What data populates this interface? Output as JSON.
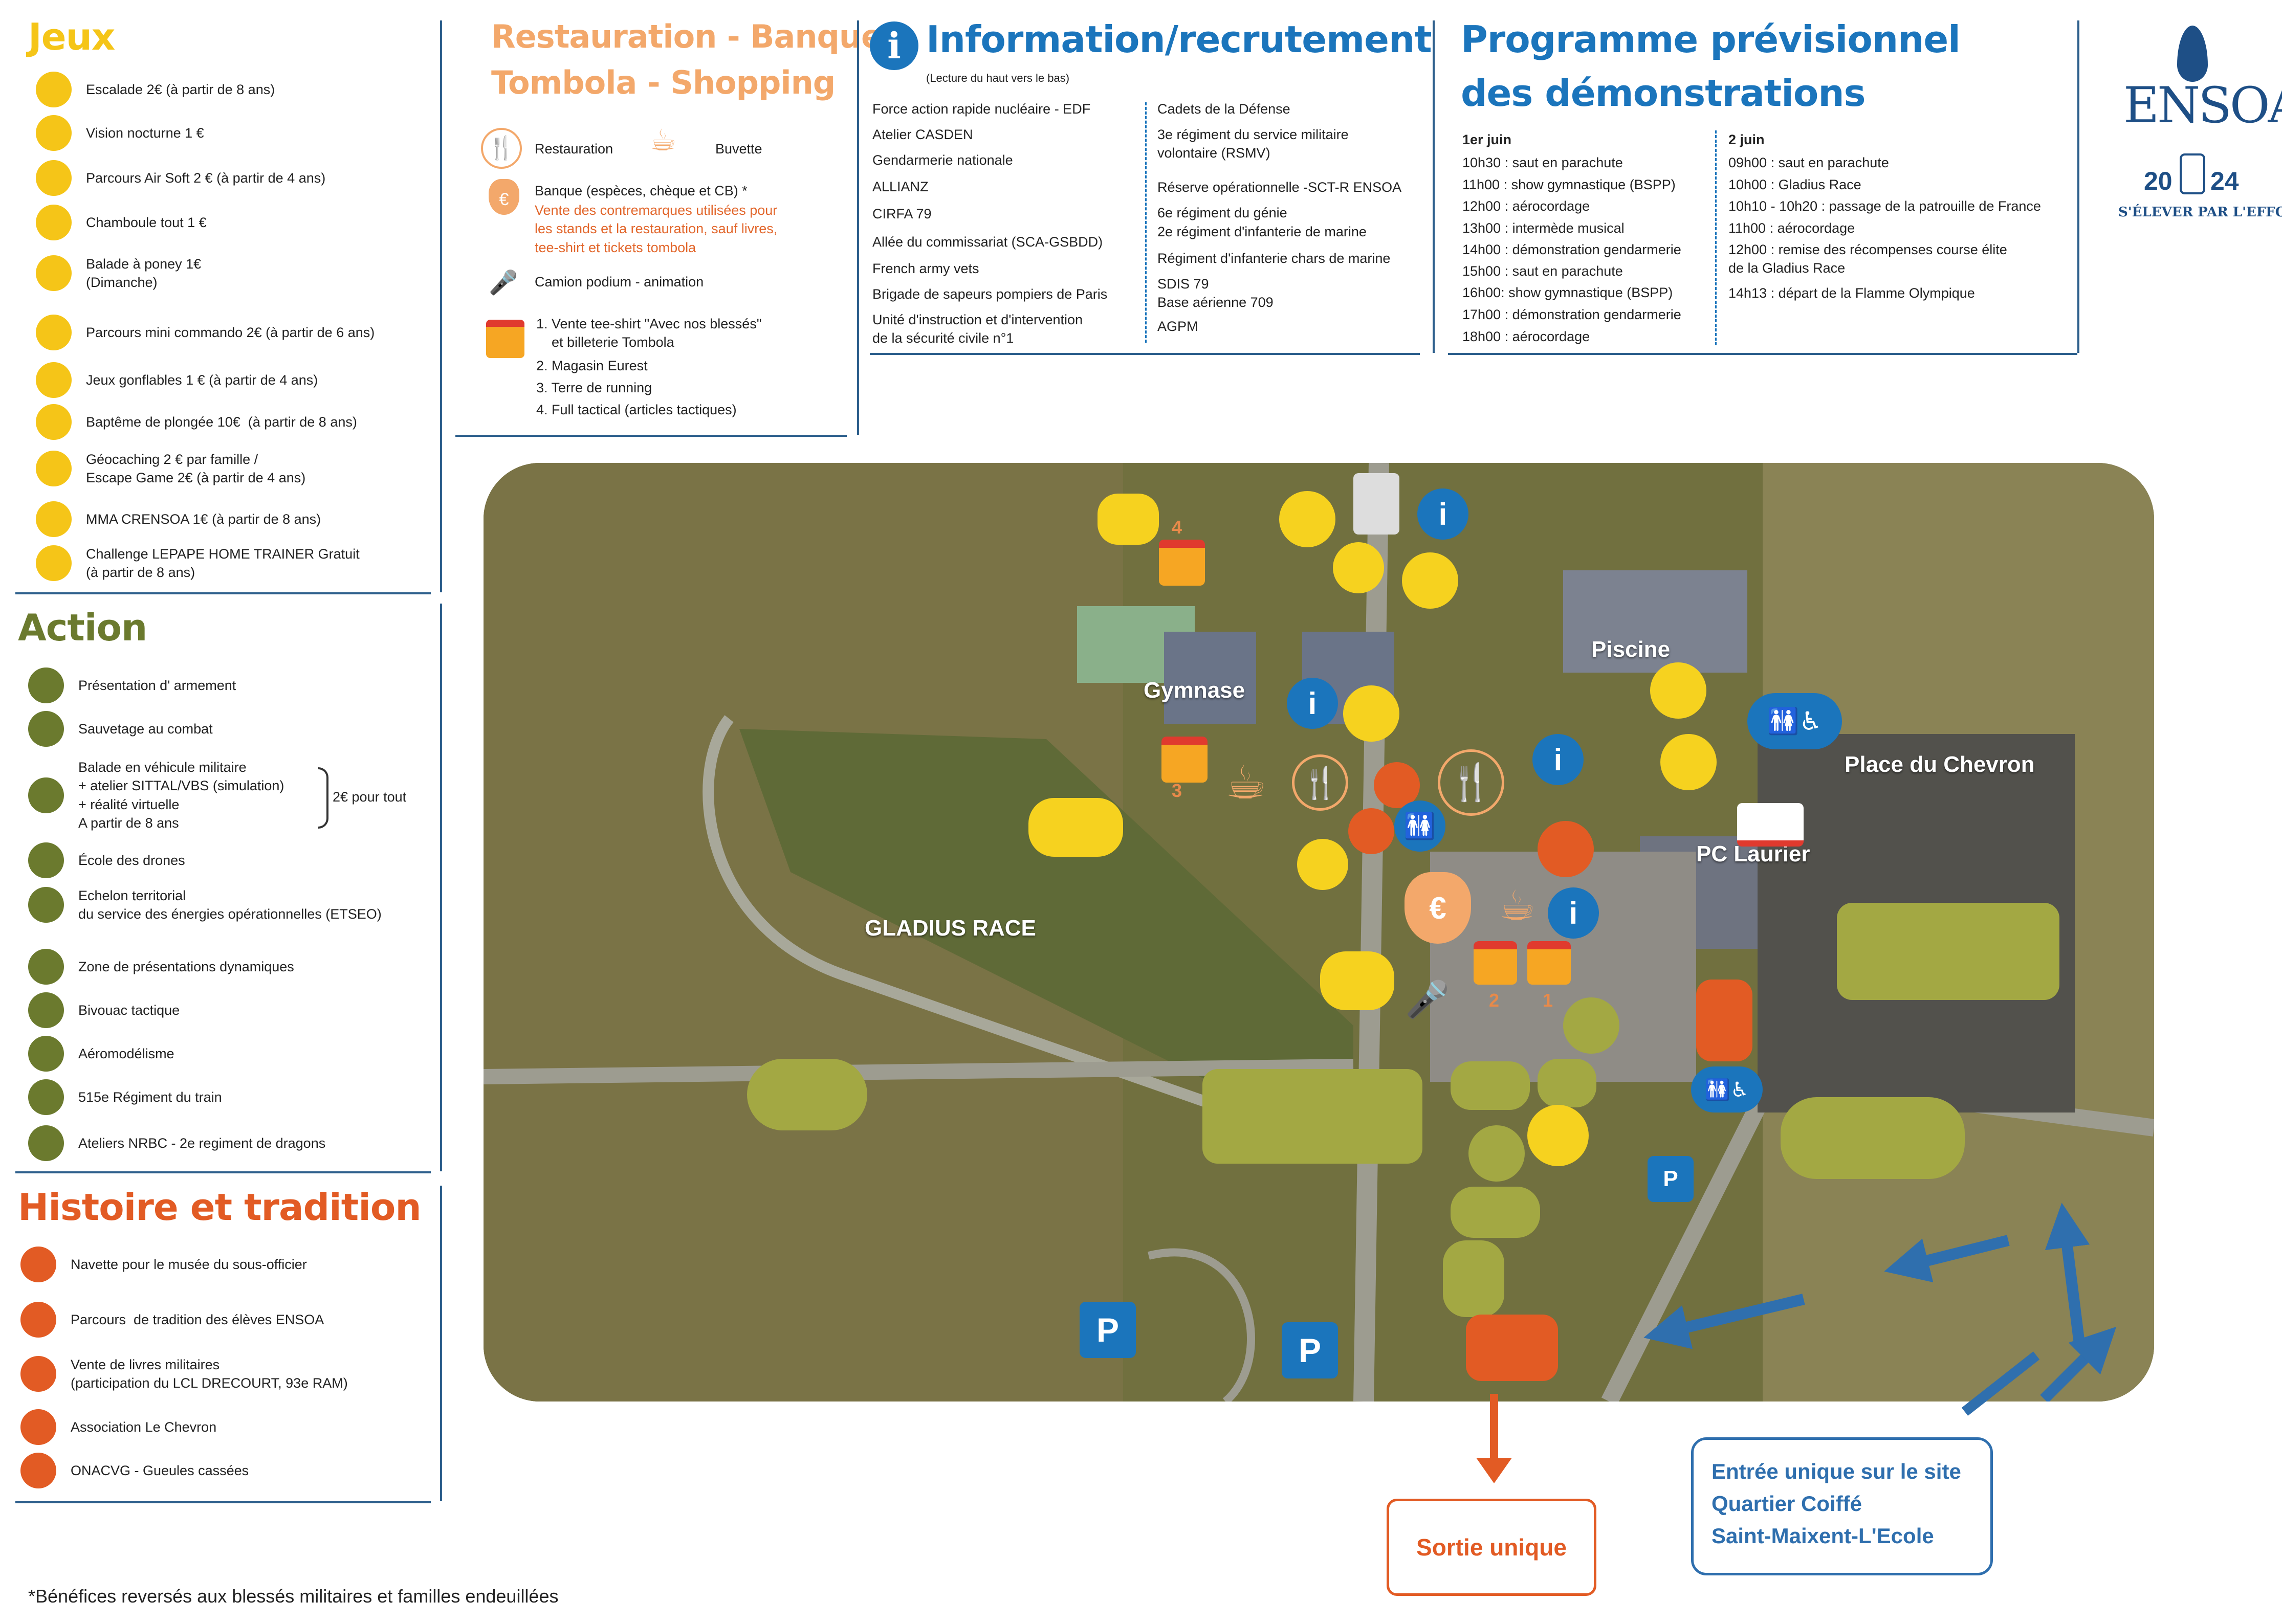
{
  "jeux": {
    "title": "Jeux",
    "items": [
      {
        "label": "Escalade 2€ (à partir de 8 ans)"
      },
      {
        "label": "Vision nocturne 1 €"
      },
      {
        "label": "Parcours Air Soft 2 € (à partir de 4 ans)"
      },
      {
        "label": "Chamboule tout 1 €"
      },
      {
        "label": "Balade à poney 1€\n(Dimanche)"
      },
      {
        "label": "Parcours mini commando 2€ (à partir de 6 ans)"
      },
      {
        "label": "Jeux gonflables 1 € (à partir de 4 ans)"
      },
      {
        "label": "Baptême de plongée 10€  (à partir de 8 ans)"
      },
      {
        "label": "Géocaching 2 € par famille /\nEscape Game 2€ (à partir de 4 ans)"
      },
      {
        "label": "MMA CRENSOA 1€ (à partir de 8 ans)"
      },
      {
        "label": "Challenge LEPAPE HOME TRAINER Gratuit\n(à partir de 8 ans)"
      }
    ]
  },
  "action": {
    "title": "Action",
    "items": [
      {
        "label": "Présentation d' armement"
      },
      {
        "label": "Sauvetage au combat"
      },
      {
        "label": "Balade en véhicule militaire\n+ atelier SITTAL/VBS (simulation)\n+ réalité virtuelle\nA partir de 8 ans"
      },
      {
        "label": "École des drones"
      },
      {
        "label": "Echelon territorial\ndu service des énergies opérationnelles (ETSEO)"
      },
      {
        "label": "Zone de présentations dynamiques"
      },
      {
        "label": "Bivouac tactique"
      },
      {
        "label": "Aéromodélisme"
      },
      {
        "label": "515e Régiment du train"
      },
      {
        "label": "Ateliers NRBC - 2e regiment de dragons"
      }
    ],
    "bracket_note": "2€ pour tout"
  },
  "histoire": {
    "title": "Histoire et tradition",
    "items": [
      {
        "label": "Navette pour le musée du sous-officier"
      },
      {
        "label": "Parcours  de tradition des élèves ENSOA"
      },
      {
        "label": "Vente de livres militaires\n(participation du LCL DRECOURT, 93e RAM)"
      },
      {
        "label": "Association Le Chevron"
      },
      {
        "label": "ONACVG - Gueules cassées"
      }
    ]
  },
  "restauration": {
    "title_line1": "Restauration - Banques",
    "title_line2": "Tombola - Shopping",
    "restauration_label": "Restauration",
    "buvette_label": "Buvette",
    "banque_label": "Banque (espèces, chèque et CB) *",
    "banque_note": "Vente des contremarques utilisées pour\nles stands et la restauration, sauf livres,\ntee-shirt et tickets tombola",
    "camion_label": "Camion podium - animation",
    "shops": [
      "1. Vente tee-shirt \"Avec nos blessés\"\n    et billeterie Tombola",
      "2. Magasin Eurest",
      "3. Terre de running",
      "4. Full tactical (articles tactiques)"
    ]
  },
  "information": {
    "title": "Information/recrutement",
    "subtitle": "(Lecture du haut vers le bas)",
    "col1": [
      "Force action rapide nucléaire - EDF",
      "Atelier CASDEN",
      "Gendarmerie nationale",
      "ALLIANZ",
      "CIRFA 79",
      "Allée du commissariat (SCA-GSBDD)",
      "French army vets",
      "Brigade de sapeurs pompiers de Paris",
      "Unité d'instruction et d'intervention\nde la sécurité civile n°1"
    ],
    "col2": [
      "Cadets de la Défense",
      "3e régiment du service militaire\nvolontaire (RSMV)",
      "Réserve opérationnelle -SCT-R ENSOA",
      "6e régiment du génie",
      "2e régiment d'infanterie de marine",
      "Régiment d'infanterie chars de marine",
      "SDIS 79\nBase aérienne 709",
      "AGPM"
    ]
  },
  "programme": {
    "title_line1": "Programme prévisionnel",
    "title_line2": "des démonstrations",
    "day1_title": "1er juin",
    "day1": [
      "10h30 : saut en parachute",
      "11h00 : show gymnastique (BSPP)",
      "12h00 : aérocordage",
      "13h00 : intermède musical",
      "14h00 : démonstration gendarmerie",
      "15h00 : saut en parachute",
      "16h00: show gymnastique (BSPP)",
      "17h00 : démonstration gendarmerie",
      "18h00 : aérocordage"
    ],
    "day2_title": "2 juin",
    "day2": [
      "09h00 : saut en parachute",
      "10h00 : Gladius Race",
      "10h10 - 10h20 : passage de la patrouille de France",
      "11h00 : aérocordage",
      "12h00 : remise des récompenses course élite\nde la Gladius Race",
      "14h13 : départ de la Flamme Olympique"
    ]
  },
  "logo": {
    "letters": "ENSOA",
    "year_left": "20",
    "year_right": "24",
    "motto": "S'ÉLEVER PAR L'EFFORT"
  },
  "map": {
    "labels": {
      "gymnase": "Gymnase",
      "piscine": "Piscine",
      "place_chevron": "Place du Chevron",
      "pc_laurier": "PC Laurier",
      "gladius": "GLADIUS RACE"
    },
    "parking": "P",
    "shop_numbers": [
      "1",
      "2",
      "3",
      "4"
    ]
  },
  "sortie_label": "Sortie unique",
  "entree_label": "Entrée unique sur le site\nQuartier Coiffé\nSaint-Maixent-L'Ecole",
  "footnote": "*Bénéfices reversés aux blessés militaires et familles endeuillées",
  "colors": {
    "jeux": "#f5c518",
    "action": "#6b7a2e",
    "histoire": "#e25b24",
    "restauration": "#f3a86b",
    "information": "#1b75bc",
    "rule": "#2d5f8c"
  }
}
